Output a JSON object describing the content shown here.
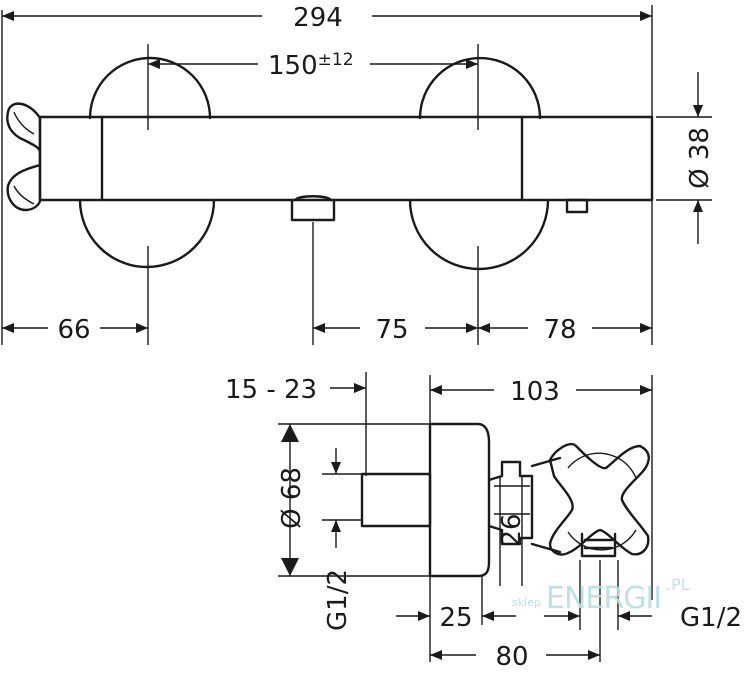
{
  "dimensions": {
    "overall_length": "294",
    "center_distance": "150",
    "center_tolerance": "±12",
    "body_diameter": "Ø 38",
    "left_offset": "66",
    "outlet_offset": "75",
    "right_offset": "78",
    "connector_range": "15 - 23",
    "depth_total": "103",
    "flange_diameter": "Ø 68",
    "outlet_diameter": "26",
    "thread_left": "G1/2",
    "thread_right": "G1/2",
    "depth_25": "25",
    "depth_80": "80"
  },
  "watermark": {
    "prefix": "sklep",
    "brand": "ENERGII",
    "suffix": ".PL"
  }
}
